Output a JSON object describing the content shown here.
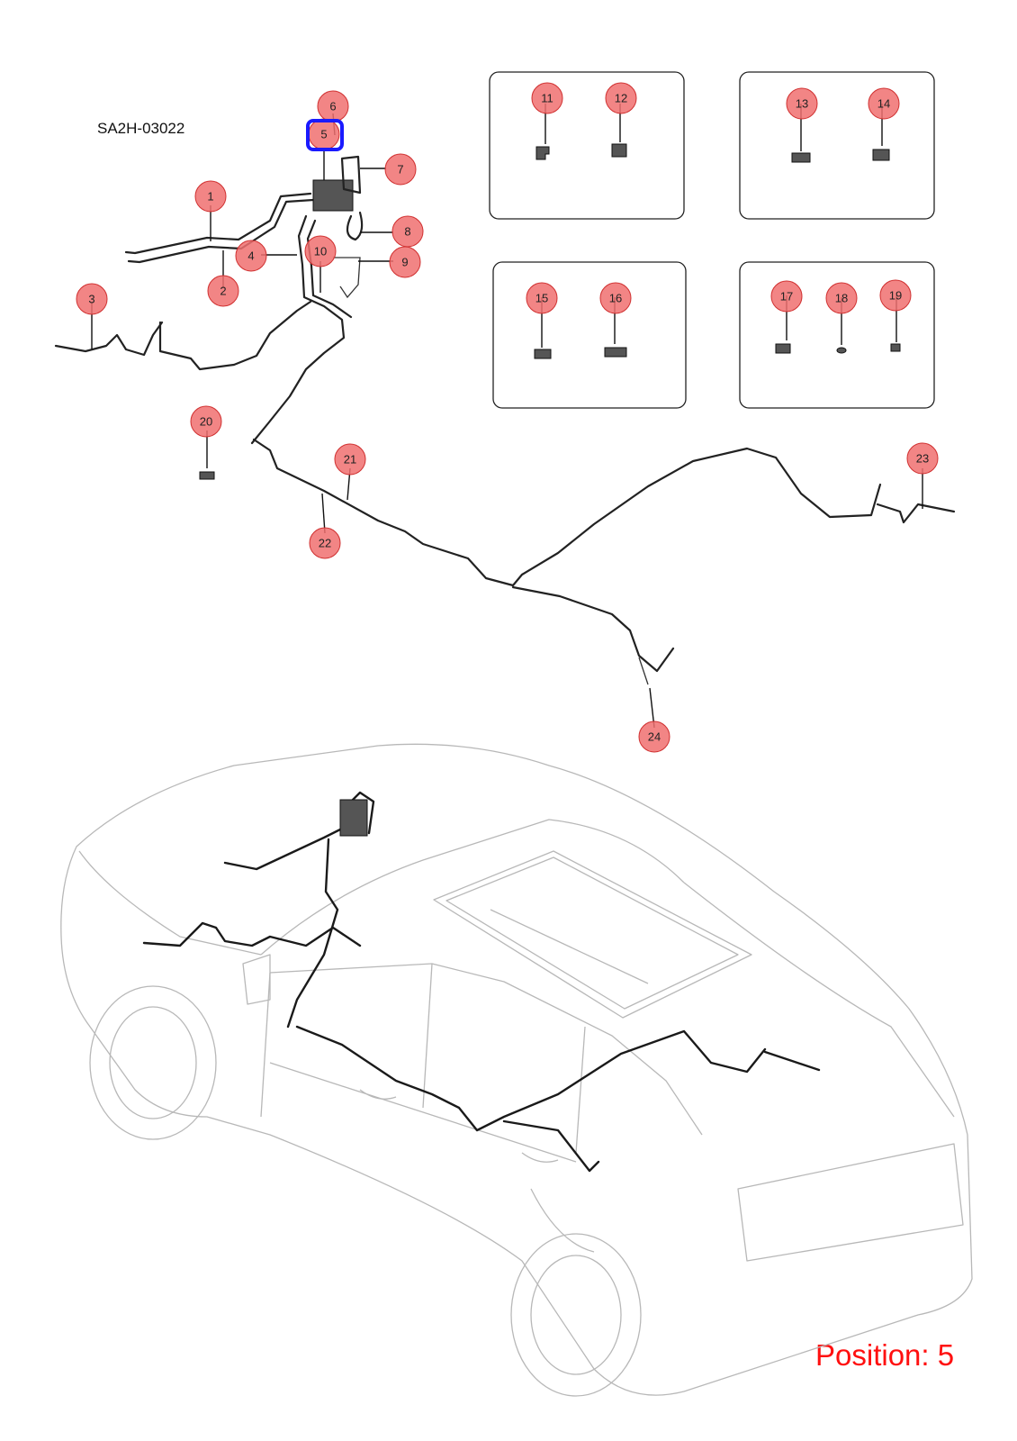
{
  "diagram_code": "SA2H-03022",
  "position_label": "Position: 5",
  "selected_callout": "5",
  "colors": {
    "callout_fill": "#f07070",
    "highlight": "#1a1aff",
    "position_text": "#ff1010"
  },
  "callouts": [
    "1",
    "2",
    "3",
    "4",
    "5",
    "6",
    "7",
    "8",
    "9",
    "10",
    "11",
    "12",
    "13",
    "14",
    "15",
    "16",
    "17",
    "18",
    "19",
    "20",
    "21",
    "22",
    "23",
    "24"
  ]
}
